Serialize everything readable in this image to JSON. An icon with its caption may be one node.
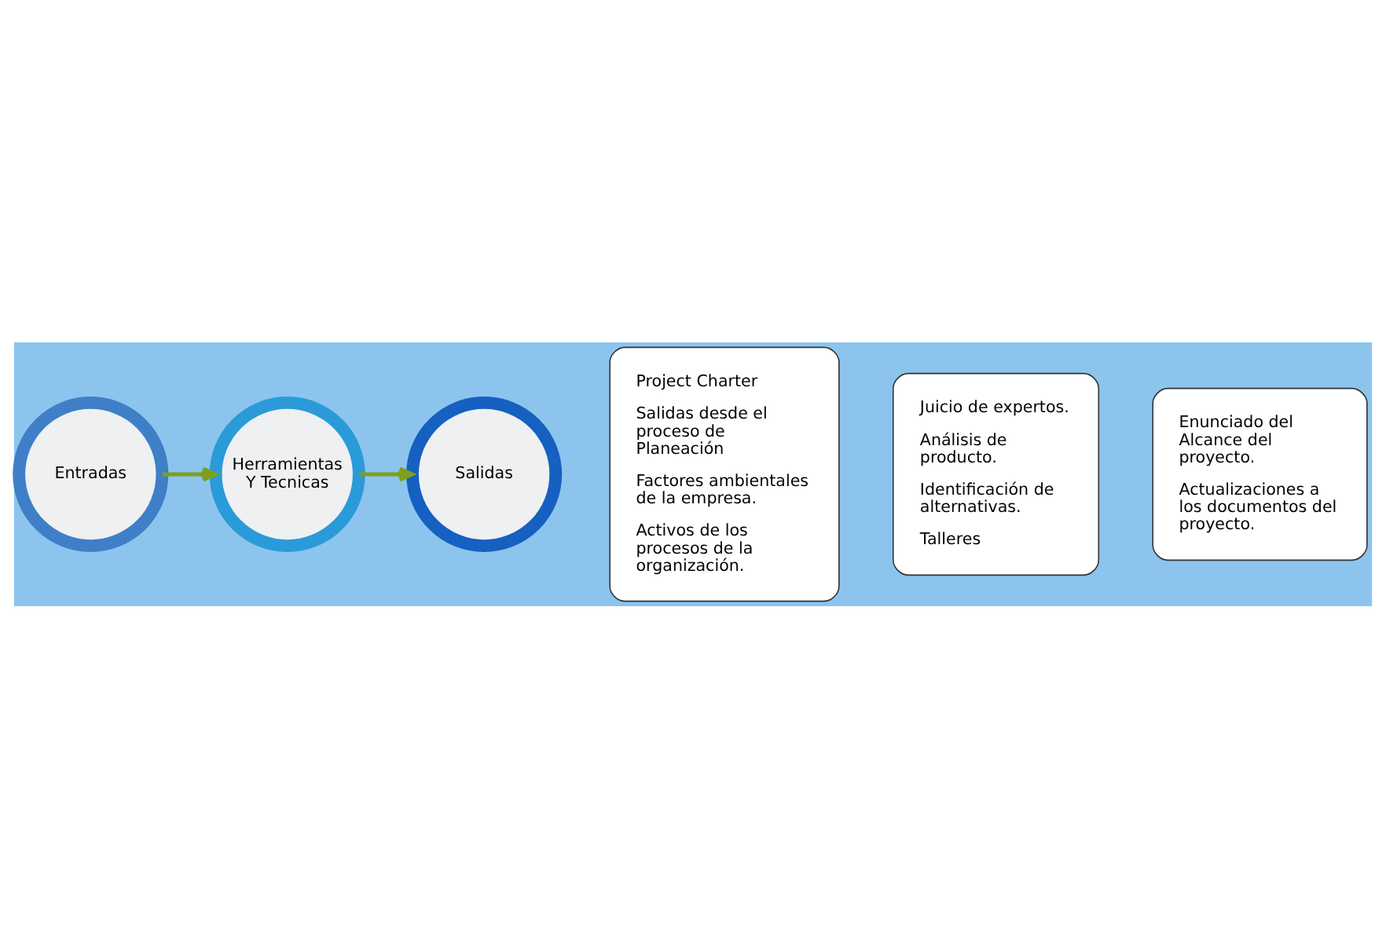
{
  "diagram": {
    "nodes": [
      {
        "text": [
          "Entradas"
        ]
      },
      {
        "text": [
          "Herramientas Y Tecnicas"
        ]
      },
      {
        "text": [
          "Salidas"
        ]
      },
      {
        "text": [
          "Project Charter",
          "Salidas desde el proceso de Planeación",
          "Factores ambientales de la empresa.",
          "Activos de los procesos de la organización."
        ]
      },
      {
        "text": [
          "Juicio de expertos.",
          "Análisis de producto.",
          "Identificación de alternativas.",
          "Talleres"
        ]
      },
      {
        "text": [
          "Enunciado del Alcance del proyecto.",
          "Actualizaciones a los documentos del proyecto."
        ]
      }
    ],
    "edges": [
      {
        "from": 0,
        "to": 1,
        "arrow": "to"
      },
      {
        "from": 1,
        "to": 2,
        "arrow": "to"
      }
    ]
  }
}
